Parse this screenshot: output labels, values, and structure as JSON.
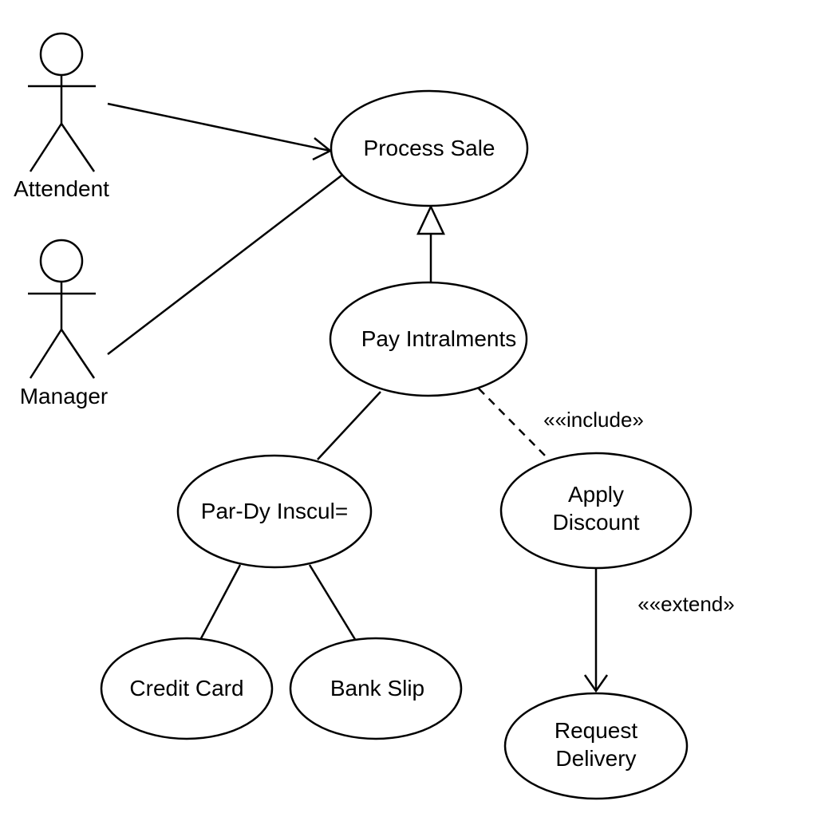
{
  "actors": {
    "attendent": "Attendent",
    "manager": "Manager"
  },
  "use_cases": {
    "process_sale": "Process Sale",
    "pay_installments": "Pay Intralments",
    "pay_in_full": "Par-Dy Inscul=",
    "apply_discount": [
      "Apply",
      "Discount"
    ],
    "credit_card": "Credit Card",
    "bank_slip": "Bank Slip",
    "request_delivery": [
      "Request",
      "Delivery"
    ]
  },
  "stereotypes": {
    "include": "««include»",
    "extend": "««extend»"
  }
}
